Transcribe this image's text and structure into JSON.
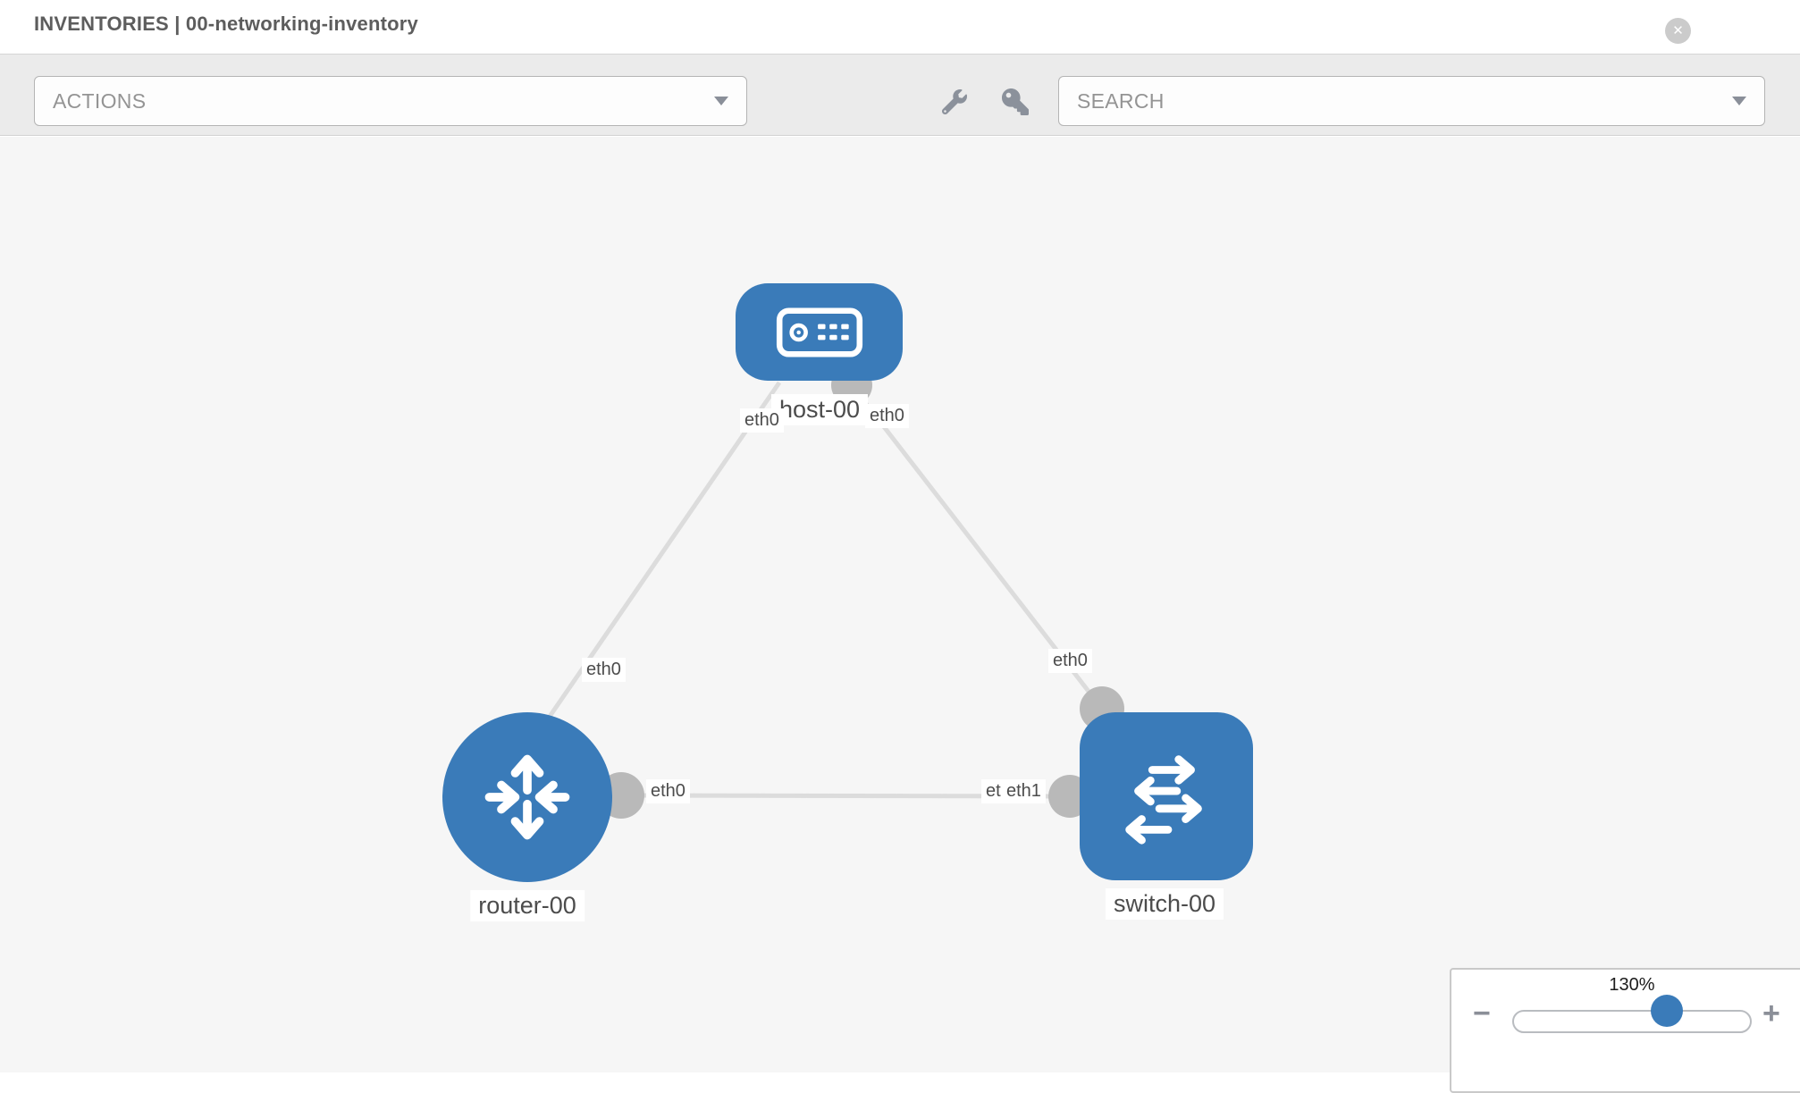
{
  "header": {
    "title": "INVENTORIES | 00-networking-inventory",
    "close_icon": "✕"
  },
  "toolbar": {
    "actions_label": "ACTIONS",
    "search_label": "SEARCH",
    "icons": [
      "wrench-icon",
      "key-icon"
    ]
  },
  "topology": {
    "nodes": [
      {
        "id": "host-00",
        "type": "host",
        "label": "host-00"
      },
      {
        "id": "router-00",
        "type": "router",
        "label": "router-00"
      },
      {
        "id": "switch-00",
        "type": "switch",
        "label": "switch-00"
      }
    ],
    "links": [
      {
        "from": "host-00",
        "to": "router-00",
        "from_interface": "eth0",
        "to_interface": "eth0"
      },
      {
        "from": "host-00",
        "to": "switch-00",
        "from_interface": "eth0",
        "to_interface": "eth0"
      },
      {
        "from": "router-00",
        "to": "switch-00",
        "from_interface": "eth0",
        "to_interface": "eth1",
        "to_interface_hidden": "eth0"
      }
    ]
  },
  "zoom_control": {
    "level": "130%",
    "minus": "−",
    "plus": "+"
  },
  "colors": {
    "node_blue": "#3a7bb9",
    "link_gray": "#dcdcdc",
    "interface_gray": "#b9b9b9",
    "canvas_bg": "#f6f6f6",
    "toolbar_bg": "#ebebeb"
  }
}
